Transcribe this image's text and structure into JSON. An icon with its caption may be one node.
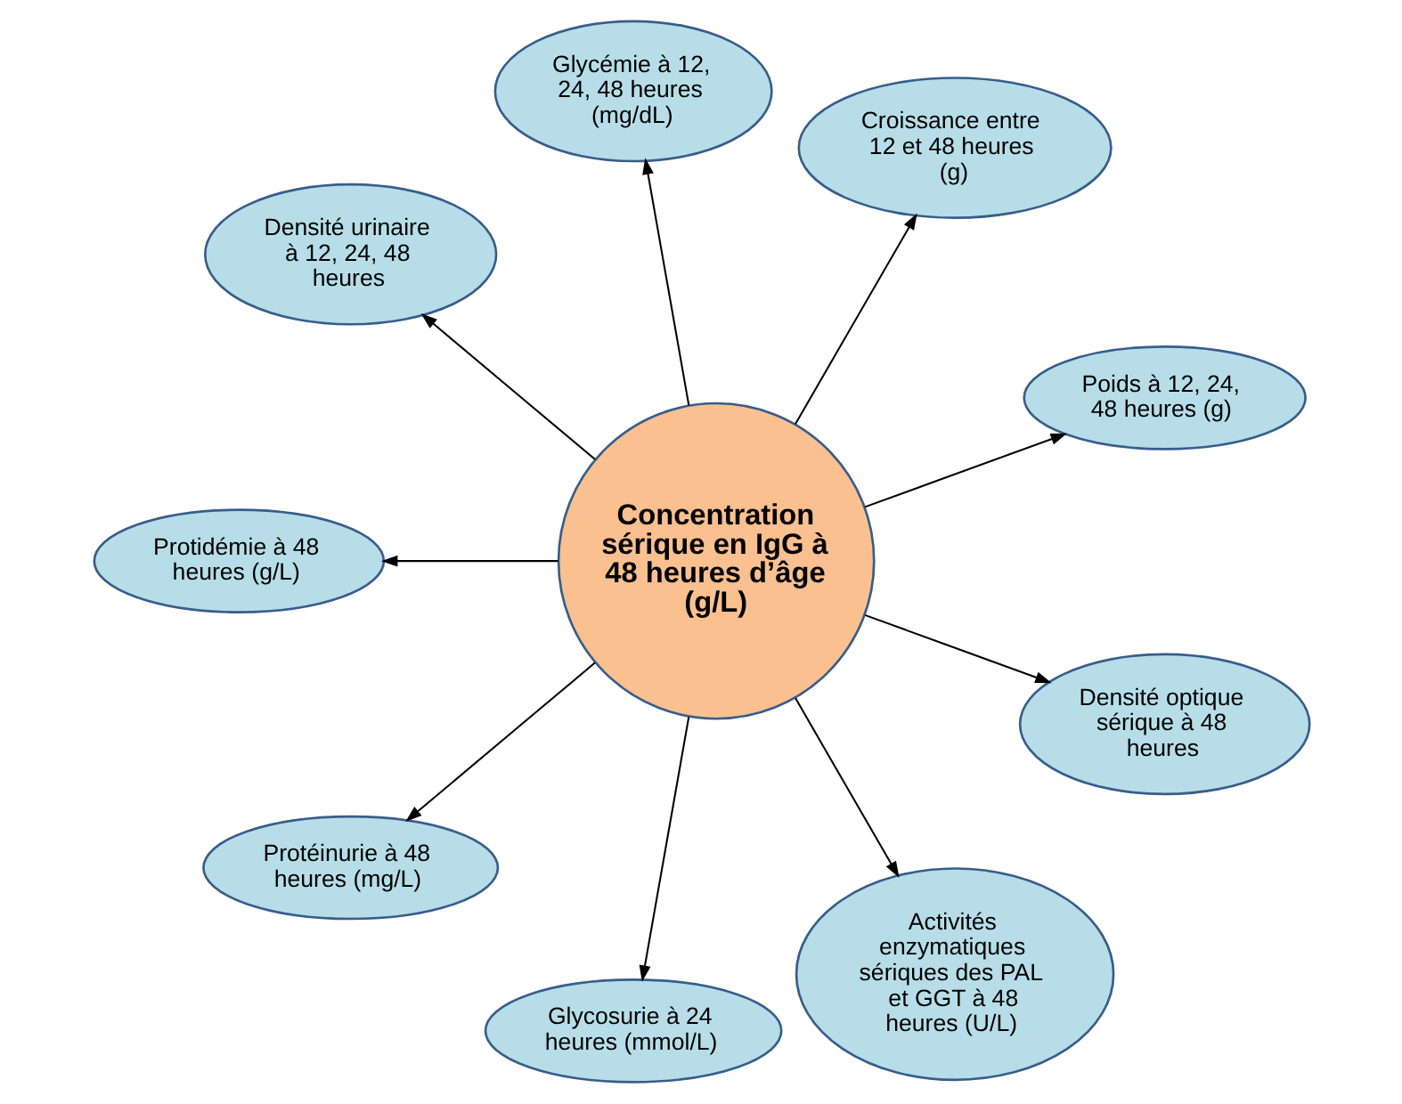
{
  "diagram": {
    "nodes": [
      {
        "text": [
          "Concentration sérique en IgG à 48 heures d’âge (g/L)"
        ]
      },
      {
        "text": [
          "Poids à 12, 24, 48 heures (g)"
        ]
      },
      {
        "text": [
          "Croissance entre 12 et 48 heures (g)"
        ]
      },
      {
        "text": [
          "Glycémie à 12, 24, 48 heures (mg/dL)"
        ]
      },
      {
        "text": [
          "Densité urinaire à 12, 24, 48 heures"
        ]
      },
      {
        "text": [
          "Protidémie à 48 heures (g/L)"
        ]
      },
      {
        "text": [
          "Protéinurie à 48 heures (mg/L)"
        ]
      },
      {
        "text": [
          "Glycosurie à 24 heures (mmol/L)"
        ]
      },
      {
        "text": [
          "Activités enzymatiques sériques des PAL et GGT à 48 heures (U/L)"
        ]
      },
      {
        "text": [
          "Densité optique sérique à 48 heures"
        ]
      }
    ],
    "edges": [
      {
        "from": 0,
        "to": 1,
        "arrow": "to"
      },
      {
        "from": 0,
        "to": 2,
        "arrow": "to"
      },
      {
        "from": 0,
        "to": 3,
        "arrow": "to"
      },
      {
        "from": 0,
        "to": 4,
        "arrow": "to"
      },
      {
        "from": 0,
        "to": 5,
        "arrow": "to"
      },
      {
        "from": 0,
        "to": 6,
        "arrow": "to"
      },
      {
        "from": 0,
        "to": 7,
        "arrow": "to"
      },
      {
        "from": 0,
        "to": 8,
        "arrow": "to"
      },
      {
        "from": 0,
        "to": 9,
        "arrow": "to"
      }
    ]
  }
}
